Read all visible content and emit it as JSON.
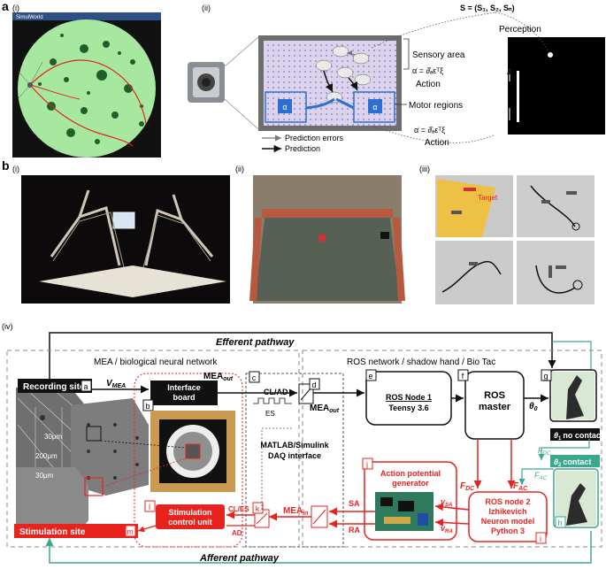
{
  "panel_a": {
    "label": "a",
    "sub_i": "(i)",
    "sub_ii": "(ii)",
    "sensory_area": "Sensory area",
    "action_1": "Action",
    "motor_regions": "Motor regions",
    "action_2": "Action",
    "perception": "Perception",
    "legend_prediction_errors": "Prediction errors",
    "legend_prediction": "Prediction",
    "eq_top": "S = (S₁, S₂, Sₙ)",
    "eq_mid": "α̇ = ∂̂ₐεᵀξ",
    "eq_bottom": "α̇ = ∂̂ₐεᵀξ",
    "node_alpha": "α",
    "window_title": "SimulWorld"
  },
  "panel_b": {
    "label": "b",
    "sub_i": "(i)",
    "sub_ii": "(ii)",
    "sub_iii": "(iii)",
    "target": "Target"
  },
  "panel_iv": {
    "sub_iv": "(iv)",
    "efferent": "Efferent pathway",
    "afferent": "Afferent pathway",
    "mea_title": "MEA / biological neural network",
    "ros_title": "ROS network / shadow hand / Bio Tac",
    "recording_site": "Recording site",
    "tag_a": "a",
    "vmea": "V",
    "vmea_sub": "MEA",
    "interface_board_1": "Interface",
    "interface_board_2": "board",
    "tag_b": "b",
    "tag_c": "c",
    "cl_ad": "CL/AD",
    "es": "ES",
    "tag_d": "d",
    "mea_out_1": "MEA",
    "mea_out_2": "MEA",
    "out_sub": "out",
    "matlab_1": "MATLAB/Simulink",
    "matlab_2": "DAQ interface",
    "tag_e": "e",
    "ros_node1": "ROS Node 1",
    "teensy": "Teensy 3.6",
    "tag_f": "f",
    "ros_master_1": "ROS",
    "ros_master_2": "master",
    "theta0": "θ",
    "theta0_sub": "0",
    "tag_g": "g",
    "theta1": "θ",
    "theta1_sub": "1",
    "no_contact": "no contact",
    "theta2": "θ",
    "theta2_sub": "2",
    "contact": "contact",
    "fdc": "F",
    "fac": "F",
    "dc_sub": "DC",
    "ac_sub": "AC",
    "scale_30a": "30μm",
    "scale_200": "200μm",
    "scale_30b": "30μm",
    "tag_j": "j",
    "apg_1": "Action potential",
    "apg_2": "generator",
    "tag_h": "h",
    "ros_node2_1": "ROS node 2",
    "ros_node2_2": "Izhikevich",
    "ros_node2_3": "Neuron model",
    "ros_node2_4": "Python 3",
    "tag_i": "i",
    "sa": "SA",
    "ra": "RA",
    "v": "v",
    "v_sa_sub": "SA",
    "v_ra_sub": "RA",
    "tag_k": "k",
    "mea_in": "MEA",
    "in_sub": "in",
    "cl_es": "CL/ES",
    "ad": "AD",
    "tag_l": "l",
    "stim_unit_1": "Stimulation",
    "stim_unit_2": "control unit",
    "stim_site": "Stimulation site",
    "tag_m": "m"
  },
  "colors": {
    "red": "#e8231e",
    "teal": "#3aa98b",
    "black": "#111111",
    "grey": "#7a7a7a"
  }
}
